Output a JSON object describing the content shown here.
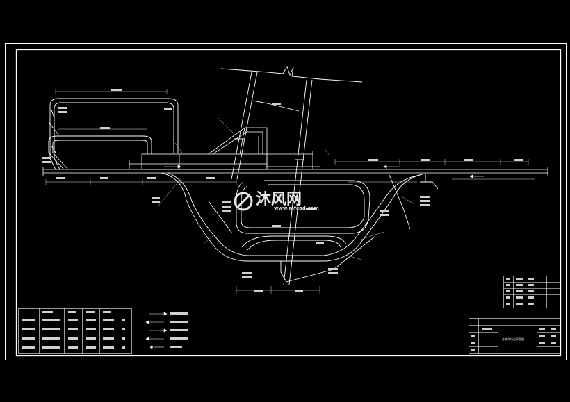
{
  "watermark": {
    "brand_cn": "沐风网",
    "site": "www.mfcad.com"
  },
  "title_block": {
    "drawing_title": "井底车场总平面图"
  },
  "colors": {
    "background": "#000000",
    "line": "#ffffff",
    "watermark": "#ffffff"
  }
}
